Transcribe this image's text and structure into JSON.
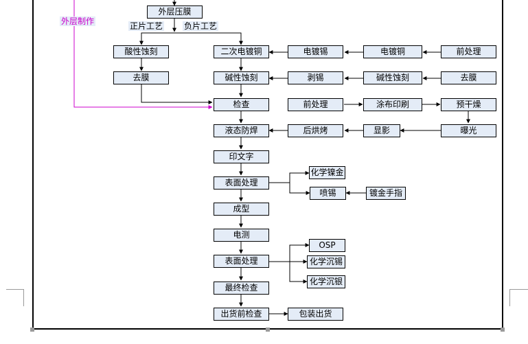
{
  "nodes": {
    "n_yaimo": "外层压膜",
    "n_suanxing": "酸性蚀刻",
    "n_qumo1": "去膜",
    "n_erci": "二次电镀铜",
    "n_dianduxi": "电镀锡",
    "n_dianduton": "电镀铜",
    "n_qianchuli1": "前处理",
    "n_jianxing": "碱性蚀刻",
    "n_boxi": "剥锡",
    "n_jianxing2": "碱性蚀刻",
    "n_qumo2": "去膜",
    "n_jiancha": "检查",
    "n_qianchuli2": "前处理",
    "n_tubu": "涂布印刷",
    "n_yuganzao": "预干燥",
    "n_yetai": "液态防焊",
    "n_houhongkao": "后烘烤",
    "n_xianying": "显影",
    "n_puguang": "曝光",
    "n_yinwenzi": "印文字",
    "n_biaomian1": "表面处理",
    "n_huaxuenie": "化学镍金",
    "n_penxi": "喷锡",
    "n_dujin": "镀金手指",
    "n_chengxing": "成型",
    "n_dianche": "电测",
    "n_biaomian2": "表面处理",
    "n_osp": "OSP",
    "n_chenxi": "化学沉锡",
    "n_chenyin": "化学沉银",
    "n_zuizhong": "最终检查",
    "n_chuhuoqian": "出货前检查",
    "n_baozhuang": "包装出货"
  },
  "labels": {
    "zhengpian": "正片工艺",
    "fupian": "负片工艺",
    "waiceng": "外层制作"
  },
  "colors": {
    "node_fill": "#e4ecf7",
    "line": "#000000",
    "magenta": "#cc00cc"
  }
}
